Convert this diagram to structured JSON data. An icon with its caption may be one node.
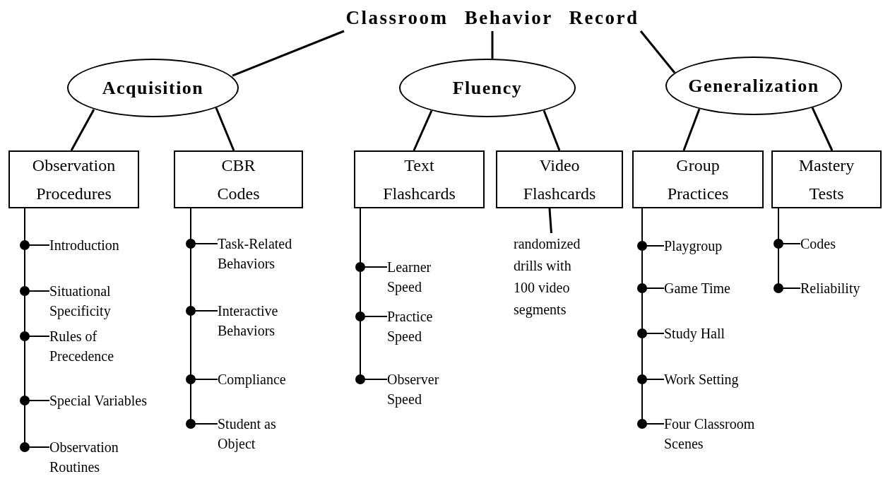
{
  "diagram": {
    "nodes": [
      {
        "text": [
          "Classroom Behavior Record"
        ]
      },
      {
        "text": [
          "Acquisition"
        ]
      },
      {
        "text": [
          "Fluency"
        ]
      },
      {
        "text": [
          "Generalization"
        ]
      },
      {
        "text": [
          "Observation Procedures"
        ]
      },
      {
        "text": [
          "CBR Codes"
        ]
      },
      {
        "text": [
          "Text Flashcards"
        ]
      },
      {
        "text": [
          "Video Flashcards"
        ]
      },
      {
        "text": [
          "Group Practices"
        ]
      },
      {
        "text": [
          "Mastery Tests"
        ]
      },
      {
        "text": [
          "Introduction"
        ]
      },
      {
        "text": [
          "Situational Specificity"
        ]
      },
      {
        "text": [
          "Rules of Precedence"
        ]
      },
      {
        "text": [
          "Special Variables"
        ]
      },
      {
        "text": [
          "Observation Routines"
        ]
      },
      {
        "text": [
          "Task-Related Behaviors"
        ]
      },
      {
        "text": [
          "Interactive Behaviors"
        ]
      },
      {
        "text": [
          "Compliance"
        ]
      },
      {
        "text": [
          "Student as Object"
        ]
      },
      {
        "text": [
          "Learner Speed"
        ]
      },
      {
        "text": [
          "Practice Speed"
        ]
      },
      {
        "text": [
          "Observer Speed"
        ]
      },
      {
        "text": [
          "randomized drills with 100 video segments"
        ]
      },
      {
        "text": [
          "Playgroup"
        ]
      },
      {
        "text": [
          "Game Time"
        ]
      },
      {
        "text": [
          "Study Hall"
        ]
      },
      {
        "text": [
          "Work Setting"
        ]
      },
      {
        "text": [
          "Four Classroom Scenes"
        ]
      },
      {
        "text": [
          "Codes"
        ]
      },
      {
        "text": [
          "Reliability"
        ]
      }
    ],
    "edges": [
      {
        "from": 0,
        "to": 1,
        "arrow": "none"
      },
      {
        "from": 0,
        "to": 2,
        "arrow": "none"
      },
      {
        "from": 0,
        "to": 3,
        "arrow": "none"
      },
      {
        "from": 1,
        "to": 4,
        "arrow": "none"
      },
      {
        "from": 1,
        "to": 5,
        "arrow": "none"
      },
      {
        "from": 2,
        "to": 6,
        "arrow": "none"
      },
      {
        "from": 2,
        "to": 7,
        "arrow": "none"
      },
      {
        "from": 3,
        "to": 8,
        "arrow": "none"
      },
      {
        "from": 3,
        "to": 9,
        "arrow": "none"
      },
      {
        "from": 7,
        "to": 22,
        "arrow": "none"
      },
      {
        "from": 4,
        "to": 10,
        "arrow": "none"
      },
      {
        "from": 4,
        "to": 11,
        "arrow": "none"
      },
      {
        "from": 4,
        "to": 12,
        "arrow": "none"
      },
      {
        "from": 4,
        "to": 13,
        "arrow": "none"
      },
      {
        "from": 4,
        "to": 14,
        "arrow": "none"
      },
      {
        "from": 5,
        "to": 15,
        "arrow": "none"
      },
      {
        "from": 5,
        "to": 16,
        "arrow": "none"
      },
      {
        "from": 5,
        "to": 17,
        "arrow": "none"
      },
      {
        "from": 5,
        "to": 18,
        "arrow": "none"
      },
      {
        "from": 6,
        "to": 19,
        "arrow": "none"
      },
      {
        "from": 6,
        "to": 20,
        "arrow": "none"
      },
      {
        "from": 6,
        "to": 21,
        "arrow": "none"
      },
      {
        "from": 8,
        "to": 23,
        "arrow": "none"
      },
      {
        "from": 8,
        "to": 24,
        "arrow": "none"
      },
      {
        "from": 8,
        "to": 25,
        "arrow": "none"
      },
      {
        "from": 8,
        "to": 26,
        "arrow": "none"
      },
      {
        "from": 8,
        "to": 27,
        "arrow": "none"
      },
      {
        "from": 9,
        "to": 28,
        "arrow": "none"
      },
      {
        "from": 9,
        "to": 29,
        "arrow": "none"
      }
    ]
  }
}
